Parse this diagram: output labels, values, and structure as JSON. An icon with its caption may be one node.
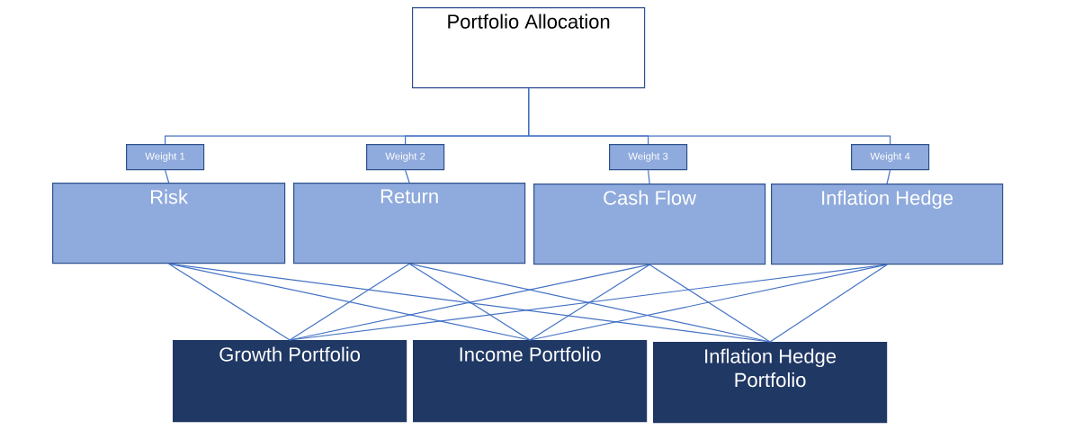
{
  "diagram": {
    "nodes": [
      {
        "text": [
          "Portfolio Allocation"
        ]
      },
      {
        "text": [
          "Weight 1"
        ]
      },
      {
        "text": [
          "Weight 2"
        ]
      },
      {
        "text": [
          "Weight 3"
        ]
      },
      {
        "text": [
          "Weight 4"
        ]
      },
      {
        "text": [
          "Risk"
        ]
      },
      {
        "text": [
          "Return"
        ]
      },
      {
        "text": [
          "Cash Flow"
        ]
      },
      {
        "text": [
          "Inflation Hedge"
        ]
      },
      {
        "text": [
          "Growth Portfolio"
        ]
      },
      {
        "text": [
          "Income Portfolio"
        ]
      },
      {
        "text": [
          "Inflation Hedge Portfolio"
        ]
      }
    ],
    "edges": [
      {
        "from": 0,
        "to": 1,
        "arrow": "none"
      },
      {
        "from": 0,
        "to": 2,
        "arrow": "none"
      },
      {
        "from": 0,
        "to": 3,
        "arrow": "none"
      },
      {
        "from": 0,
        "to": 4,
        "arrow": "none"
      },
      {
        "from": 1,
        "to": 5,
        "arrow": "none"
      },
      {
        "from": 2,
        "to": 6,
        "arrow": "none"
      },
      {
        "from": 3,
        "to": 7,
        "arrow": "none"
      },
      {
        "from": 4,
        "to": 8,
        "arrow": "none"
      },
      {
        "from": 5,
        "to": 9,
        "arrow": "none"
      },
      {
        "from": 5,
        "to": 10,
        "arrow": "none"
      },
      {
        "from": 5,
        "to": 11,
        "arrow": "none"
      },
      {
        "from": 6,
        "to": 9,
        "arrow": "none"
      },
      {
        "from": 6,
        "to": 10,
        "arrow": "none"
      },
      {
        "from": 6,
        "to": 11,
        "arrow": "none"
      },
      {
        "from": 7,
        "to": 9,
        "arrow": "none"
      },
      {
        "from": 7,
        "to": 10,
        "arrow": "none"
      },
      {
        "from": 7,
        "to": 11,
        "arrow": "none"
      },
      {
        "from": 8,
        "to": 9,
        "arrow": "none"
      },
      {
        "from": 8,
        "to": 10,
        "arrow": "none"
      },
      {
        "from": 8,
        "to": 11,
        "arrow": "none"
      }
    ]
  }
}
